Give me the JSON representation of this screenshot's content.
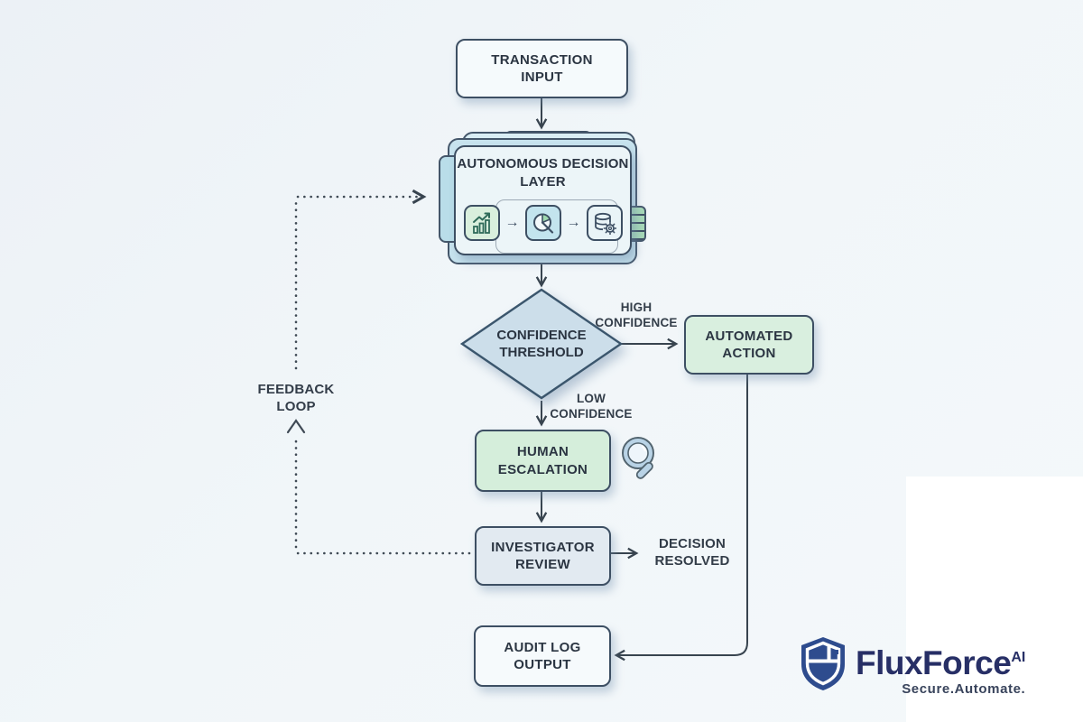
{
  "nodes": {
    "transaction_input": {
      "label": "TRANSACTION INPUT"
    },
    "decision_layer": {
      "label": "AUTONOMOUS DECISION LAYER",
      "icons": [
        "analytics-chart-icon",
        "pie-chart-icon",
        "database-gear-icon"
      ]
    },
    "confidence_threshold": {
      "label": "CONFIDENCE THRESHOLD"
    },
    "automated_action": {
      "label": "AUTOMATED ACTION"
    },
    "human_escalation": {
      "label": "HUMAN ESCALATION"
    },
    "investigator_review": {
      "label": "INVESTIGATOR REVIEW"
    },
    "audit_log_output": {
      "label": "AUDIT LOG OUTPUT"
    }
  },
  "edges": {
    "high_confidence": "HIGH CONFIDENCE",
    "low_confidence": "LOW CONFIDENCE",
    "feedback_loop": "FEEDBACK LOOP",
    "decision_resolved": "DECISION RESOLVED"
  },
  "branding": {
    "name": "FluxForce",
    "suffix": "AI",
    "tagline": "Secure.Automate.",
    "logo": "shield-icon"
  },
  "colors": {
    "background": "#eef3f8",
    "node_border": "#3d4f63",
    "node_text": "#2b3542",
    "green_fill": "#d5eedb",
    "blue_fill": "#ccdeea",
    "blue_gray_fill": "#e2eaf1",
    "white_fill": "#f6fafc",
    "stack_green_tab": "#9cd4ae",
    "stack_blue_card": "#c7e3ee",
    "connector": "#38444f",
    "brand_navy": "#2e4c8e",
    "brand_text": "#272f66"
  }
}
